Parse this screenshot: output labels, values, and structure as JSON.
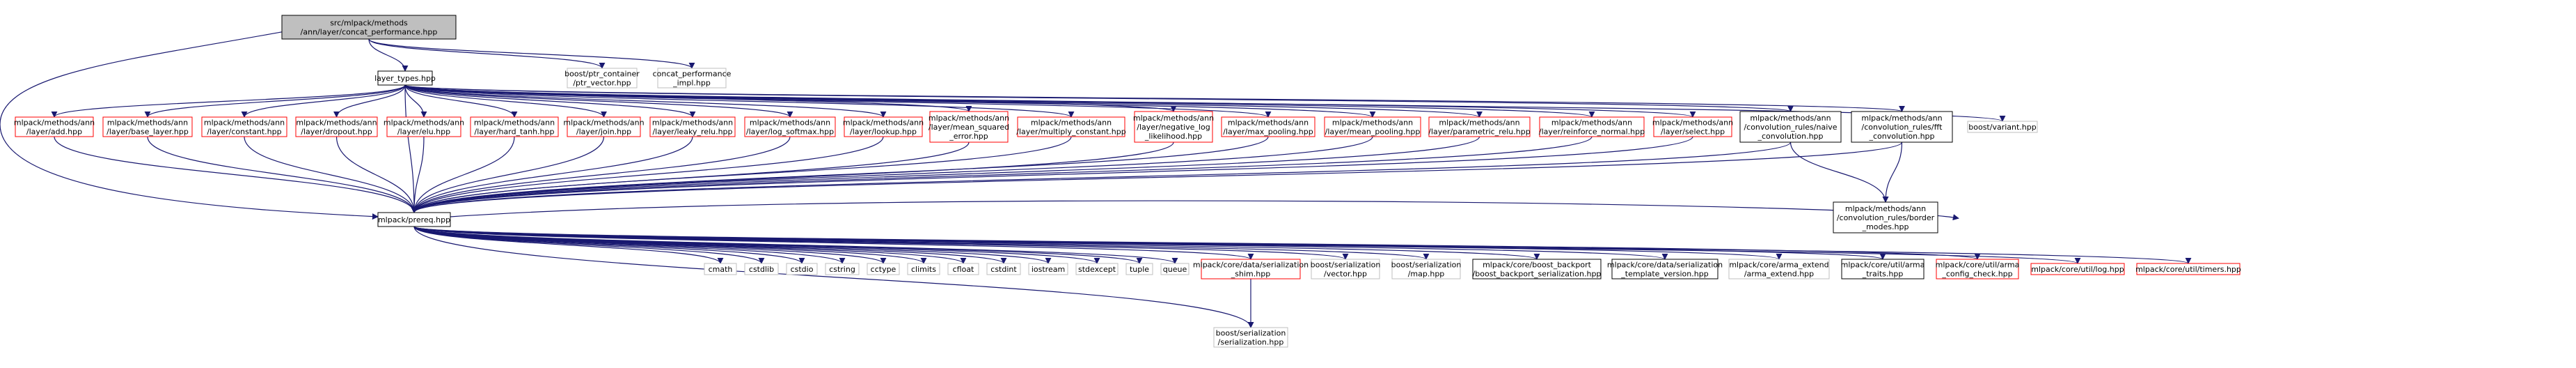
{
  "colors": {
    "edge": "#191970",
    "root_fill": "#bfbfbf",
    "border_black": "#000000",
    "border_red": "#ff0000",
    "border_grey": "#bfbfbf",
    "node_fill": "#ffffff"
  },
  "nodes": [
    {
      "id": "root",
      "lines": [
        "src/mlpack/methods",
        "/ann/layer/concat_performance.hpp"
      ],
      "style": "root"
    },
    {
      "id": "layer_types",
      "lines": [
        "layer_types.hpp"
      ],
      "style": "black"
    },
    {
      "id": "ptr_vector",
      "lines": [
        "boost/ptr_container",
        "/ptr_vector.hpp"
      ],
      "style": "grey"
    },
    {
      "id": "concat_impl",
      "lines": [
        "concat_performance",
        "_impl.hpp"
      ],
      "style": "grey"
    },
    {
      "id": "add",
      "lines": [
        "mlpack/methods/ann",
        "/layer/add.hpp"
      ],
      "style": "red"
    },
    {
      "id": "base_layer",
      "lines": [
        "mlpack/methods/ann",
        "/layer/base_layer.hpp"
      ],
      "style": "red"
    },
    {
      "id": "constant",
      "lines": [
        "mlpack/methods/ann",
        "/layer/constant.hpp"
      ],
      "style": "red"
    },
    {
      "id": "dropout",
      "lines": [
        "mlpack/methods/ann",
        "/layer/dropout.hpp"
      ],
      "style": "red"
    },
    {
      "id": "elu",
      "lines": [
        "mlpack/methods/ann",
        "/layer/elu.hpp"
      ],
      "style": "red"
    },
    {
      "id": "hard_tanh",
      "lines": [
        "mlpack/methods/ann",
        "/layer/hard_tanh.hpp"
      ],
      "style": "red"
    },
    {
      "id": "join",
      "lines": [
        "mlpack/methods/ann",
        "/layer/join.hpp"
      ],
      "style": "red"
    },
    {
      "id": "leaky_relu",
      "lines": [
        "mlpack/methods/ann",
        "/layer/leaky_relu.hpp"
      ],
      "style": "red"
    },
    {
      "id": "log_softmax",
      "lines": [
        "mlpack/methods/ann",
        "/layer/log_softmax.hpp"
      ],
      "style": "red"
    },
    {
      "id": "lookup",
      "lines": [
        "mlpack/methods/ann",
        "/layer/lookup.hpp"
      ],
      "style": "red"
    },
    {
      "id": "mean_squared_error",
      "lines": [
        "mlpack/methods/ann",
        "/layer/mean_squared",
        "_error.hpp"
      ],
      "style": "red"
    },
    {
      "id": "multiply_constant",
      "lines": [
        "mlpack/methods/ann",
        "/layer/multiply_constant.hpp"
      ],
      "style": "red"
    },
    {
      "id": "negative_log_likelihood",
      "lines": [
        "mlpack/methods/ann",
        "/layer/negative_log",
        "_likelihood.hpp"
      ],
      "style": "red"
    },
    {
      "id": "max_pooling",
      "lines": [
        "mlpack/methods/ann",
        "/layer/max_pooling.hpp"
      ],
      "style": "red"
    },
    {
      "id": "mean_pooling",
      "lines": [
        "mlpack/methods/ann",
        "/layer/mean_pooling.hpp"
      ],
      "style": "red"
    },
    {
      "id": "parametric_relu",
      "lines": [
        "mlpack/methods/ann",
        "/layer/parametric_relu.hpp"
      ],
      "style": "red"
    },
    {
      "id": "reinforce_normal",
      "lines": [
        "mlpack/methods/ann",
        "/layer/reinforce_normal.hpp"
      ],
      "style": "red"
    },
    {
      "id": "select",
      "lines": [
        "mlpack/methods/ann",
        "/layer/select.hpp"
      ],
      "style": "red"
    },
    {
      "id": "naive_convolution",
      "lines": [
        "mlpack/methods/ann",
        "/convolution_rules/naive",
        "_convolution.hpp"
      ],
      "style": "black"
    },
    {
      "id": "fft_convolution",
      "lines": [
        "mlpack/methods/ann",
        "/convolution_rules/fft",
        "_convolution.hpp"
      ],
      "style": "black"
    },
    {
      "id": "variant",
      "lines": [
        "boost/variant.hpp"
      ],
      "style": "grey"
    },
    {
      "id": "prereq",
      "lines": [
        "mlpack/prereq.hpp"
      ],
      "style": "black"
    },
    {
      "id": "border_modes",
      "lines": [
        "mlpack/methods/ann",
        "/convolution_rules/border",
        "_modes.hpp"
      ],
      "style": "black"
    },
    {
      "id": "cmath",
      "lines": [
        "cmath"
      ],
      "style": "grey"
    },
    {
      "id": "cstdlib",
      "lines": [
        "cstdlib"
      ],
      "style": "grey"
    },
    {
      "id": "cstdio",
      "lines": [
        "cstdio"
      ],
      "style": "grey"
    },
    {
      "id": "cstring",
      "lines": [
        "cstring"
      ],
      "style": "grey"
    },
    {
      "id": "cctype",
      "lines": [
        "cctype"
      ],
      "style": "grey"
    },
    {
      "id": "climits",
      "lines": [
        "climits"
      ],
      "style": "grey"
    },
    {
      "id": "cfloat",
      "lines": [
        "cfloat"
      ],
      "style": "grey"
    },
    {
      "id": "cstdint",
      "lines": [
        "cstdint"
      ],
      "style": "grey"
    },
    {
      "id": "iostream",
      "lines": [
        "iostream"
      ],
      "style": "grey"
    },
    {
      "id": "stdexcept",
      "lines": [
        "stdexcept"
      ],
      "style": "grey"
    },
    {
      "id": "tuple",
      "lines": [
        "tuple"
      ],
      "style": "grey"
    },
    {
      "id": "queue",
      "lines": [
        "queue"
      ],
      "style": "grey"
    },
    {
      "id": "serialization_shim",
      "lines": [
        "mlpack/core/data/serialization",
        "_shim.hpp"
      ],
      "style": "red"
    },
    {
      "id": "serialization_vector",
      "lines": [
        "boost/serialization",
        "/vector.hpp"
      ],
      "style": "grey"
    },
    {
      "id": "serialization_map",
      "lines": [
        "boost/serialization",
        "/map.hpp"
      ],
      "style": "grey"
    },
    {
      "id": "boost_backport",
      "lines": [
        "mlpack/core/boost_backport",
        "/boost_backport_serialization.hpp"
      ],
      "style": "black"
    },
    {
      "id": "template_version",
      "lines": [
        "mlpack/core/data/serialization",
        "_template_version.hpp"
      ],
      "style": "black"
    },
    {
      "id": "arma_extend",
      "lines": [
        "mlpack/core/arma_extend",
        "/arma_extend.hpp"
      ],
      "style": "grey"
    },
    {
      "id": "arma_traits",
      "lines": [
        "mlpack/core/util/arma",
        "_traits.hpp"
      ],
      "style": "black"
    },
    {
      "id": "arma_config_check",
      "lines": [
        "mlpack/core/util/arma",
        "_config_check.hpp"
      ],
      "style": "red"
    },
    {
      "id": "log",
      "lines": [
        "mlpack/core/util/log.hpp"
      ],
      "style": "red"
    },
    {
      "id": "timers",
      "lines": [
        "mlpack/core/util/timers.hpp"
      ],
      "style": "red"
    },
    {
      "id": "serialization",
      "lines": [
        "boost/serialization",
        "/serialization.hpp"
      ],
      "style": "grey"
    }
  ]
}
